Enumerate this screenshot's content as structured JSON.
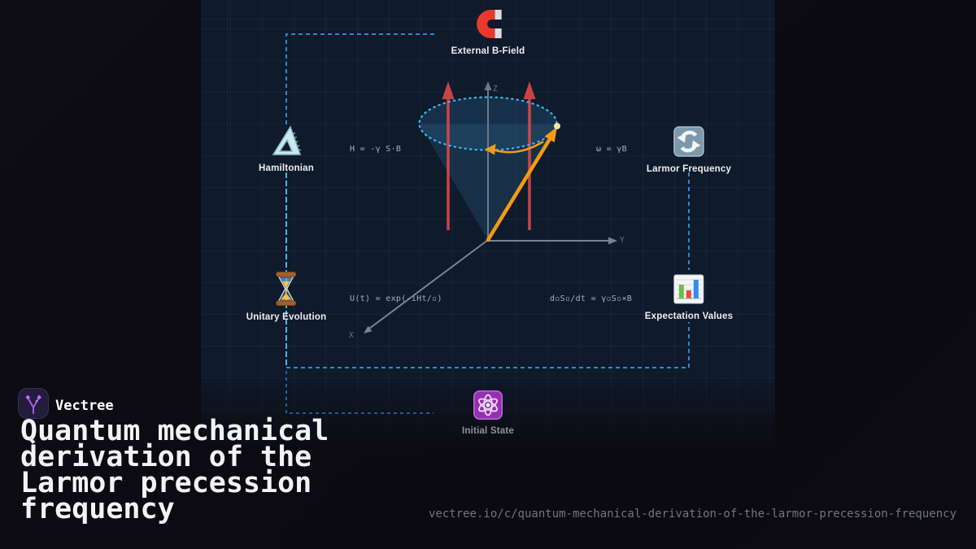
{
  "brand": {
    "name": "Vectree"
  },
  "title": "Quantum mechanical derivation of the Larmor precession frequency",
  "footer_url": "vectree.io/c/quantum-mechanical-derivation-of-the-larmor-precession-frequency",
  "nodes": [
    {
      "id": "external-b-field",
      "label": "External B-Field",
      "icon": "magnet-icon"
    },
    {
      "id": "hamiltonian",
      "label": "Hamiltonian",
      "icon": "triangular-ruler-icon"
    },
    {
      "id": "larmor-frequency",
      "label": "Larmor Frequency",
      "icon": "counterclockwise-arrows-icon"
    },
    {
      "id": "unitary-evolution",
      "label": "Unitary Evolution",
      "icon": "hourglass-icon"
    },
    {
      "id": "expectation-values",
      "label": "Expectation Values",
      "icon": "bar-chart-icon"
    },
    {
      "id": "initial-state",
      "label": "Initial State",
      "icon": "atom-icon"
    }
  ],
  "formulas": {
    "hamiltonian": "H = -γ S·B",
    "larmor": "ω = γB",
    "unitary": "U(t) = exp(-iHt/▫)",
    "expectation": "d▫S▫/dt = γ▫S▫×B"
  },
  "axis_labels": {
    "x": "X",
    "y": "Y",
    "z": "Z"
  },
  "colors": {
    "background": "#0c0b11",
    "panel_bg": "#0f1a2b",
    "connector_cyan": "#2e9fe6",
    "ellipse_cyan": "#41b2f3",
    "field_red": "#dc4848",
    "vector_orange": "#f39c12",
    "axis_gray": "#7a8494",
    "brand_purple": "#9f5bf2"
  }
}
